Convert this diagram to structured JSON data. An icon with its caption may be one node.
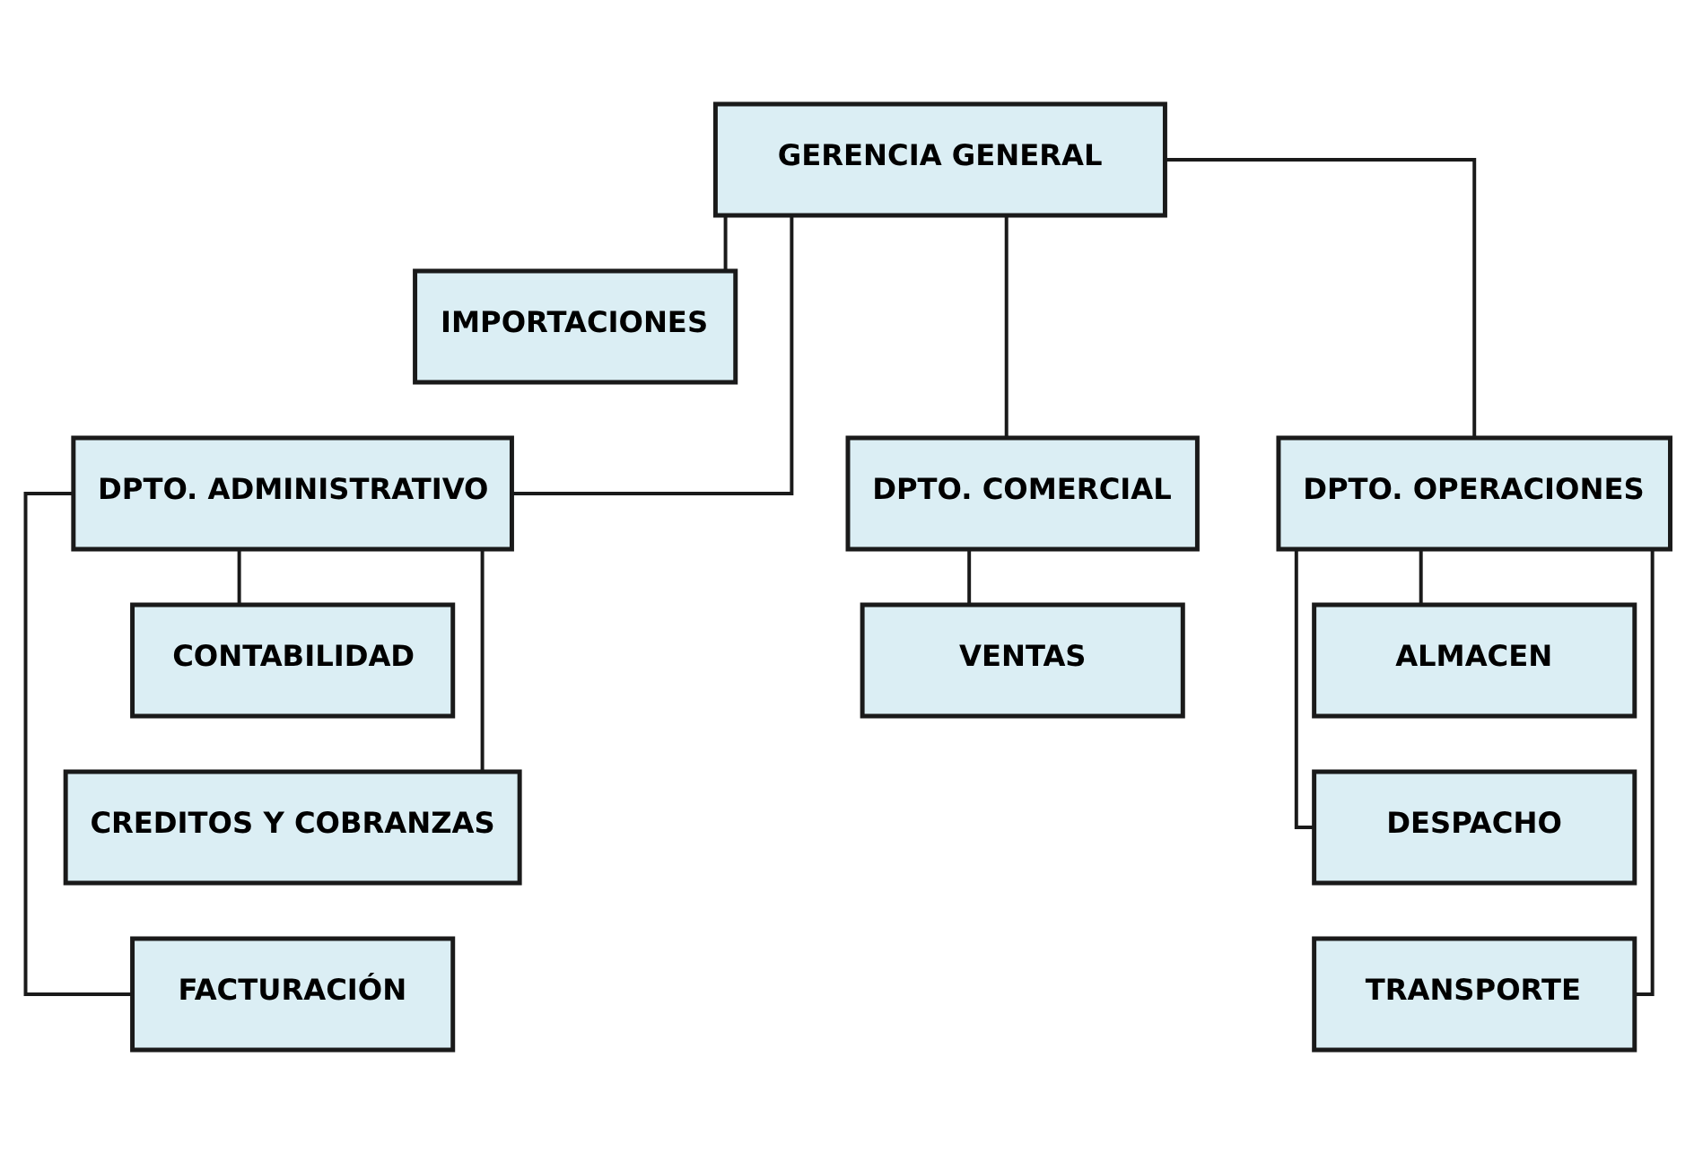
{
  "diagram": {
    "nodes": [
      {
        "text": [
          "GERENCIA GENERAL"
        ]
      },
      {
        "text": [
          "IMPORTACIONES"
        ]
      },
      {
        "text": [
          "DPTO. ADMINISTRATIVO"
        ]
      },
      {
        "text": [
          "DPTO. COMERCIAL"
        ]
      },
      {
        "text": [
          "DPTO. OPERACIONES"
        ]
      },
      {
        "text": [
          "CONTABILIDAD"
        ]
      },
      {
        "text": [
          "CREDITOS Y COBRANZAS"
        ]
      },
      {
        "text": [
          "FACTURACIÓN"
        ]
      },
      {
        "text": [
          "VENTAS"
        ]
      },
      {
        "text": [
          "ALMACEN"
        ]
      },
      {
        "text": [
          "DESPACHO"
        ]
      },
      {
        "text": [
          "TRANSPORTE"
        ]
      }
    ],
    "edges": [
      {
        "from": 0,
        "to": 1,
        "arrow": "none"
      },
      {
        "from": 0,
        "to": 2,
        "arrow": "none"
      },
      {
        "from": 0,
        "to": 3,
        "arrow": "none"
      },
      {
        "from": 0,
        "to": 4,
        "arrow": "none"
      },
      {
        "from": 2,
        "to": 5,
        "arrow": "none"
      },
      {
        "from": 2,
        "to": 6,
        "arrow": "none"
      },
      {
        "from": 2,
        "to": 7,
        "arrow": "none"
      },
      {
        "from": 3,
        "to": 8,
        "arrow": "none"
      },
      {
        "from": 4,
        "to": 9,
        "arrow": "none"
      },
      {
        "from": 4,
        "to": 10,
        "arrow": "none"
      },
      {
        "from": 4,
        "to": 11,
        "arrow": "none"
      }
    ]
  }
}
